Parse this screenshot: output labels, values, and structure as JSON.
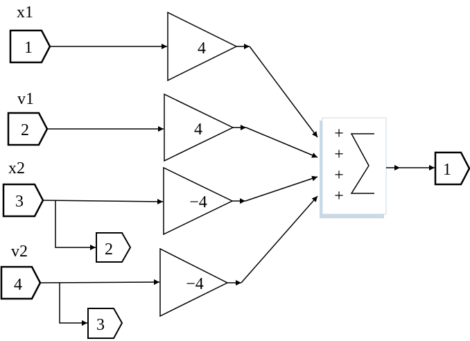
{
  "inports": [
    {
      "number": "1",
      "signal_label": "x1"
    },
    {
      "number": "2",
      "signal_label": "v1"
    },
    {
      "number": "3",
      "signal_label": "x2"
    },
    {
      "number": "4",
      "signal_label": "v2"
    }
  ],
  "gains": [
    "4",
    "4",
    "−4",
    "−4"
  ],
  "sum_block": {
    "signs": [
      "+",
      "+",
      "+",
      "+"
    ],
    "symbol": "Σ"
  },
  "outports": [
    "1",
    "2",
    "3"
  ],
  "colors": {
    "line": "#000000",
    "block_shadow": "#c9d9e6",
    "block_fill": "#ffffff"
  }
}
